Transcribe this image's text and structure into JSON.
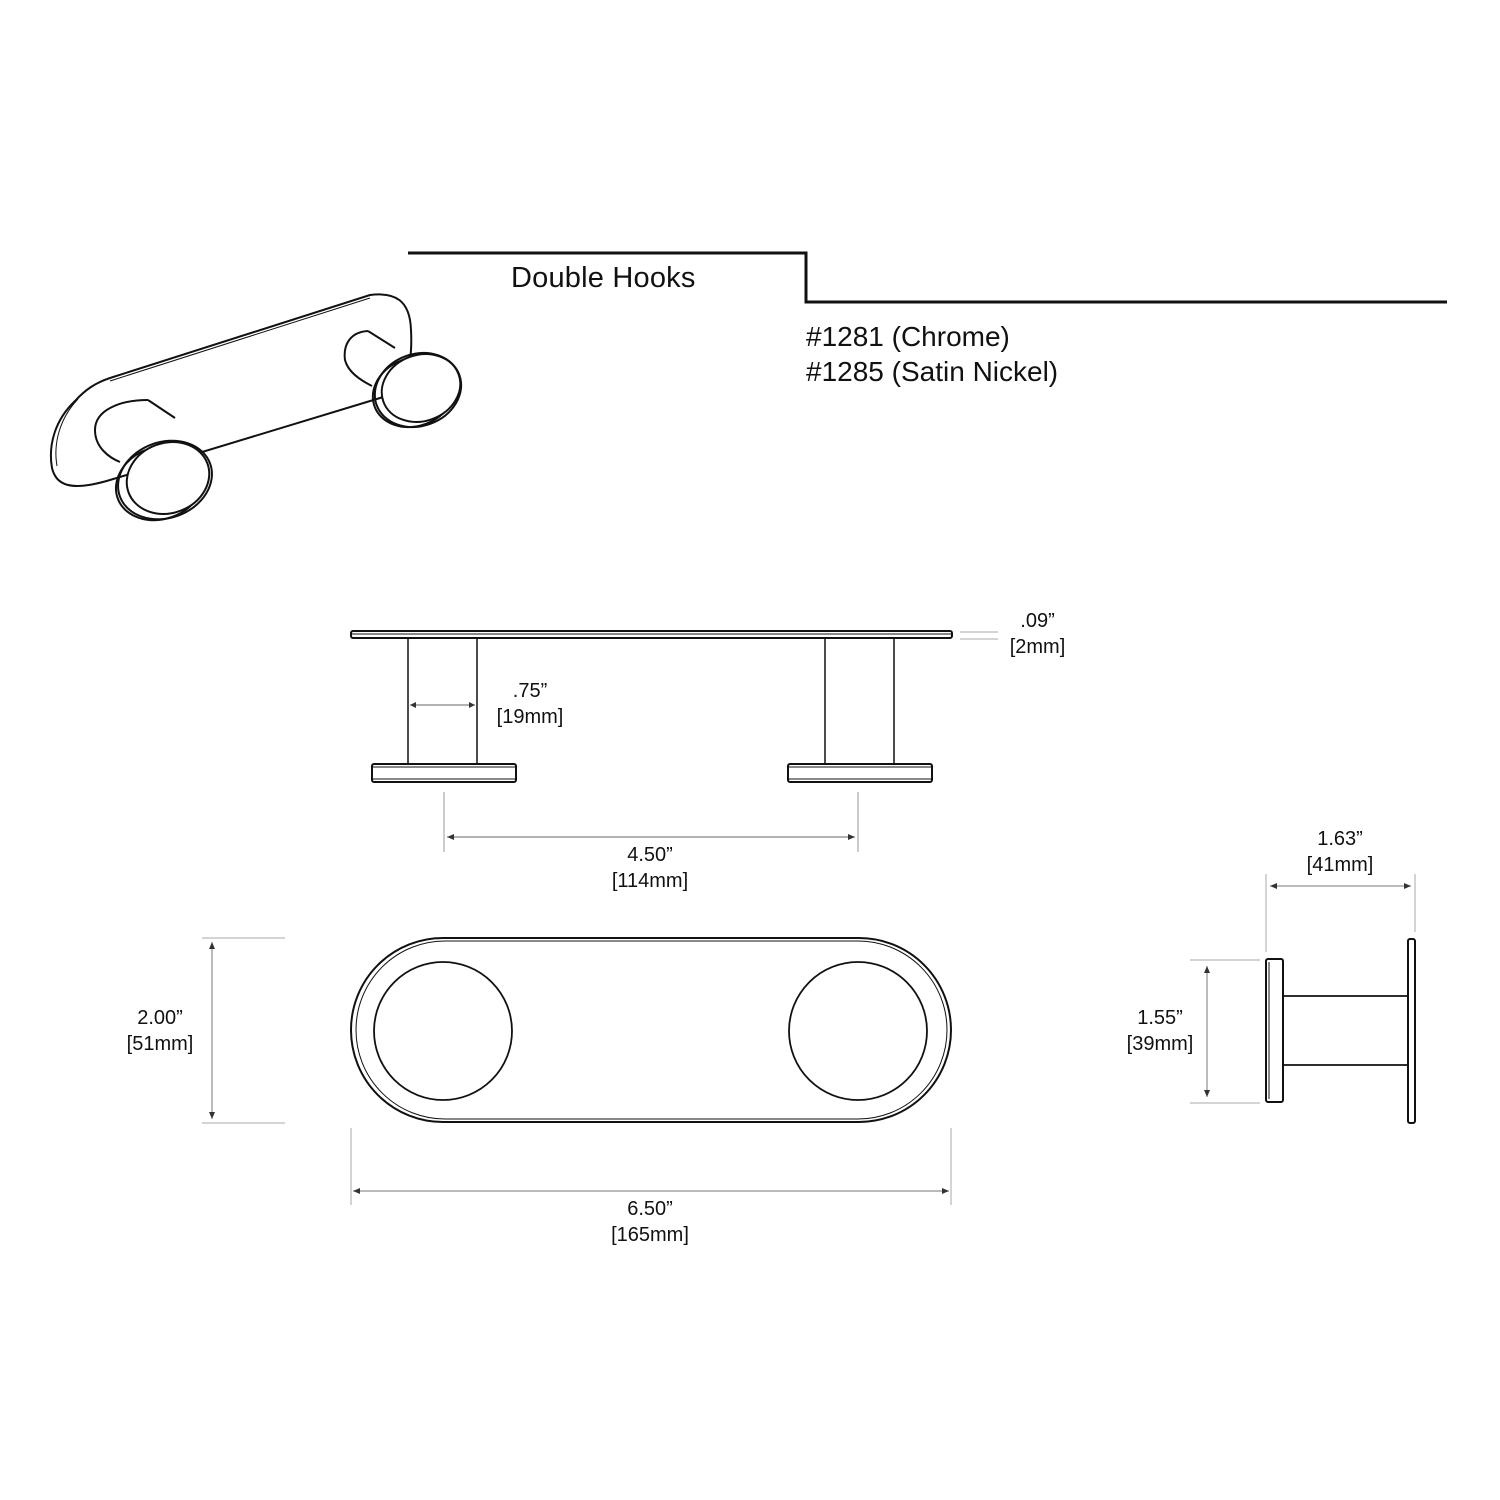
{
  "header": {
    "title": "Double Hooks",
    "models": [
      "#1281 (Chrome)",
      "#1285 (Satin Nickel)"
    ]
  },
  "views": {
    "isometric": {
      "label": "isometric-view"
    },
    "top_view": {
      "plate_thickness": {
        "in": ".09”",
        "mm": "[2mm]"
      },
      "post_diameter": {
        "in": ".75”",
        "mm": "[19mm]"
      },
      "hook_spacing": {
        "in": "4.50”",
        "mm": "[114mm]"
      }
    },
    "front_view": {
      "height": {
        "in": "2.00”",
        "mm": "[51mm]"
      },
      "width": {
        "in": "6.50”",
        "mm": "[165mm]"
      }
    },
    "side_view": {
      "projection": {
        "in": "1.63”",
        "mm": "[41mm]"
      },
      "knob_diameter": {
        "in": "1.55”",
        "mm": "[39mm]"
      }
    }
  },
  "colors": {
    "line": "#111111",
    "dim_line": "#555555",
    "background": "#ffffff"
  }
}
